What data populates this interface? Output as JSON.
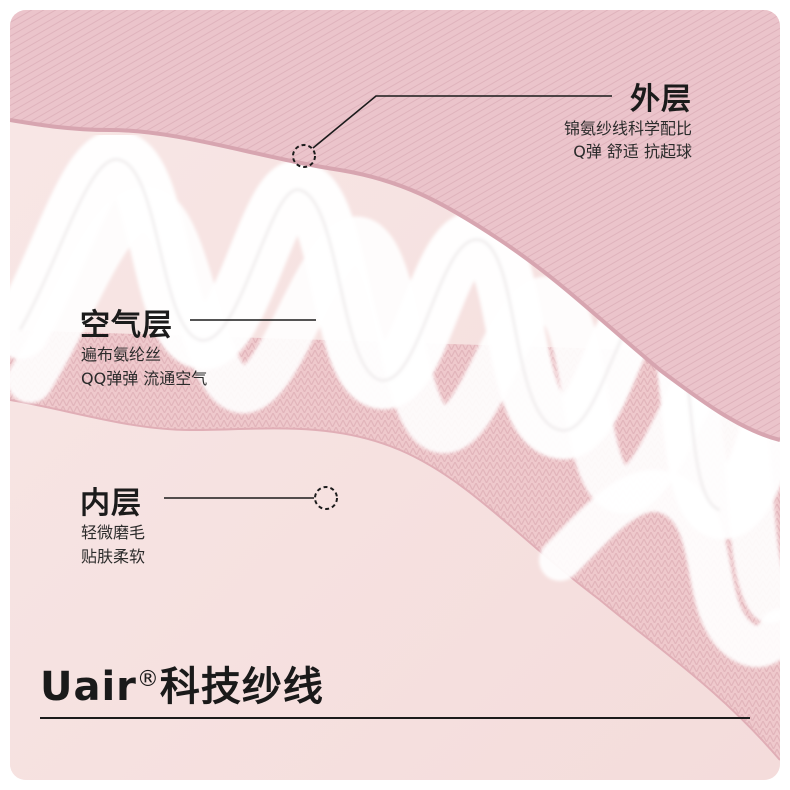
{
  "layers": {
    "outer": {
      "title": "外层",
      "line1": "锦氨纱线科学配比",
      "line2": "Q弹 舒适 抗起球"
    },
    "air": {
      "title": "空气层",
      "line1": "遍布氨纶丝",
      "line2": "QQ弹弹 流通空气"
    },
    "inner": {
      "title": "内层",
      "line1": "轻微磨毛",
      "line2": "贴肤柔软"
    }
  },
  "brand": {
    "name": "Uair",
    "mark": "®",
    "suffix": "科技纱线"
  },
  "colors": {
    "outer_fabric": "#ecc5cc",
    "inner_fabric": "#efc8cb",
    "background": "#f6e3e2",
    "fiber": "#ffffff",
    "text": "#1b1b1b"
  }
}
